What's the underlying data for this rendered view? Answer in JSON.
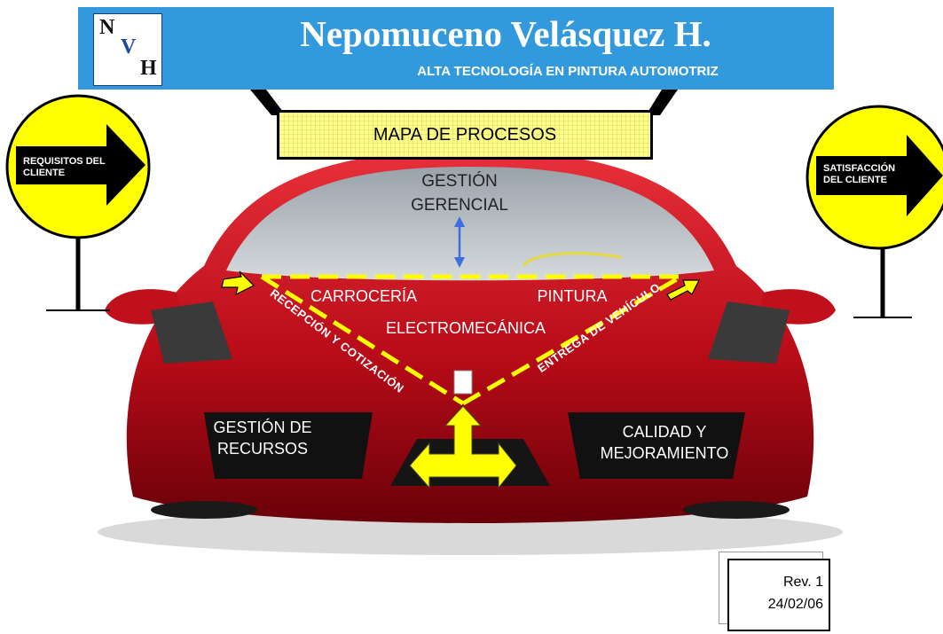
{
  "header": {
    "company_name": "Nepomuceno Velásquez H.",
    "tagline": "ALTA TECNOLOGÍA EN PINTURA AUTOMOTRIZ",
    "logo_letters": [
      "N",
      "V",
      "H"
    ]
  },
  "diagram": {
    "title": "MAPA DE PROCESOS",
    "input_sign": "REQUISITOS DEL CLIENTE",
    "output_sign": "SATISFACCIÓN DEL CLIENTE",
    "management": "GESTIÓN GERENCIAL",
    "process_carroceria": "CARROCERÍA",
    "process_pintura": "PINTURA",
    "process_electromecanica": "ELECTROMECÁNICA",
    "flow_reception": "RECEPCIÓN Y COTIZACIÓN",
    "flow_delivery": "ENTREGA DE VEHÍCULO",
    "resources": "GESTIÓN DE RECURSOS",
    "quality": "CALIDAD Y MEJORAMIENTO"
  },
  "revision": {
    "rev": "Rev.  1",
    "date": "24/02/06"
  },
  "colors": {
    "header_blue": "#3399dd",
    "sign_yellow": "#ffff00",
    "car_red": "#c8101c",
    "highlight_yellow": "#ffff88"
  }
}
